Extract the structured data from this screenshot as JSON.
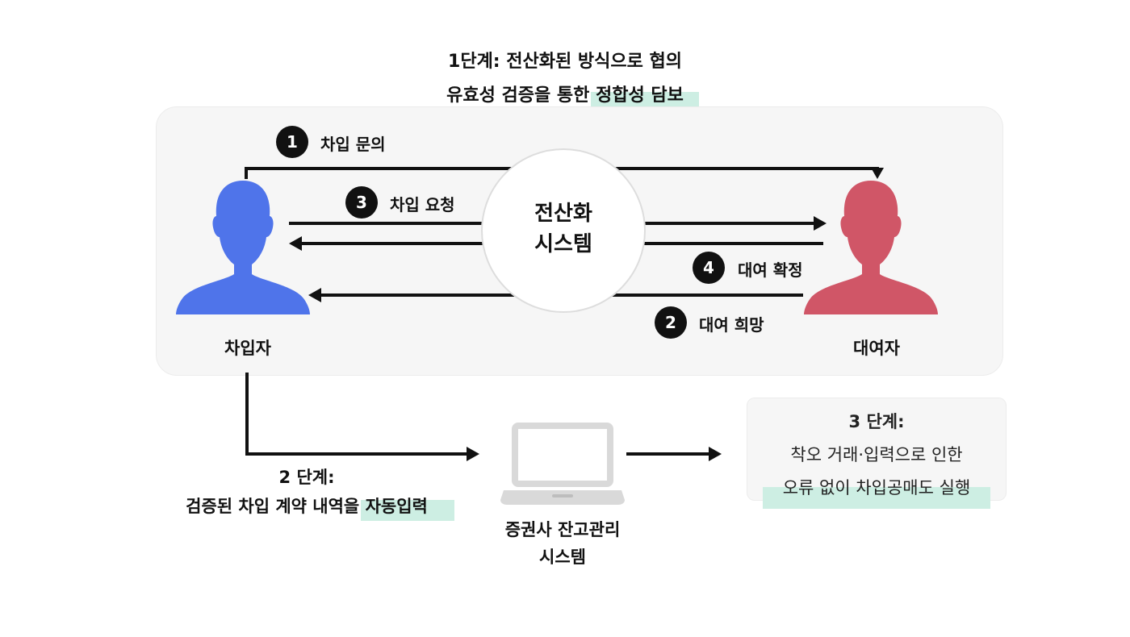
{
  "step1": {
    "line1": "1단계: 전산화된 방식으로 협의",
    "line2": "유효성 검증을 통한 정합성 담보"
  },
  "center": {
    "line1": "전산화",
    "line2": "시스템"
  },
  "steps": [
    {
      "num": "1",
      "label": "차입 문의"
    },
    {
      "num": "2",
      "label": "대여 희망"
    },
    {
      "num": "3",
      "label": "차입 요청"
    },
    {
      "num": "4",
      "label": "대여 확정"
    }
  ],
  "borrower": {
    "label": "차입자",
    "color": "#4f74ea"
  },
  "lender": {
    "label": "대여자",
    "color": "#d05667"
  },
  "step2": {
    "line1": "2 단계:",
    "line2": "검증된 차입 계약 내역을 자동입력"
  },
  "system": {
    "line1": "증권사 잔고관리",
    "line2": "시스템",
    "icon": "laptop-icon"
  },
  "step3": {
    "line1": "3 단계:",
    "line2": "착오 거래·입력으로 인한",
    "line3": "오류 없이 차입공매도 실행"
  },
  "colors": {
    "highlight": "#cdeee3",
    "panel": "#f6f6f6",
    "arrow": "#111111"
  }
}
